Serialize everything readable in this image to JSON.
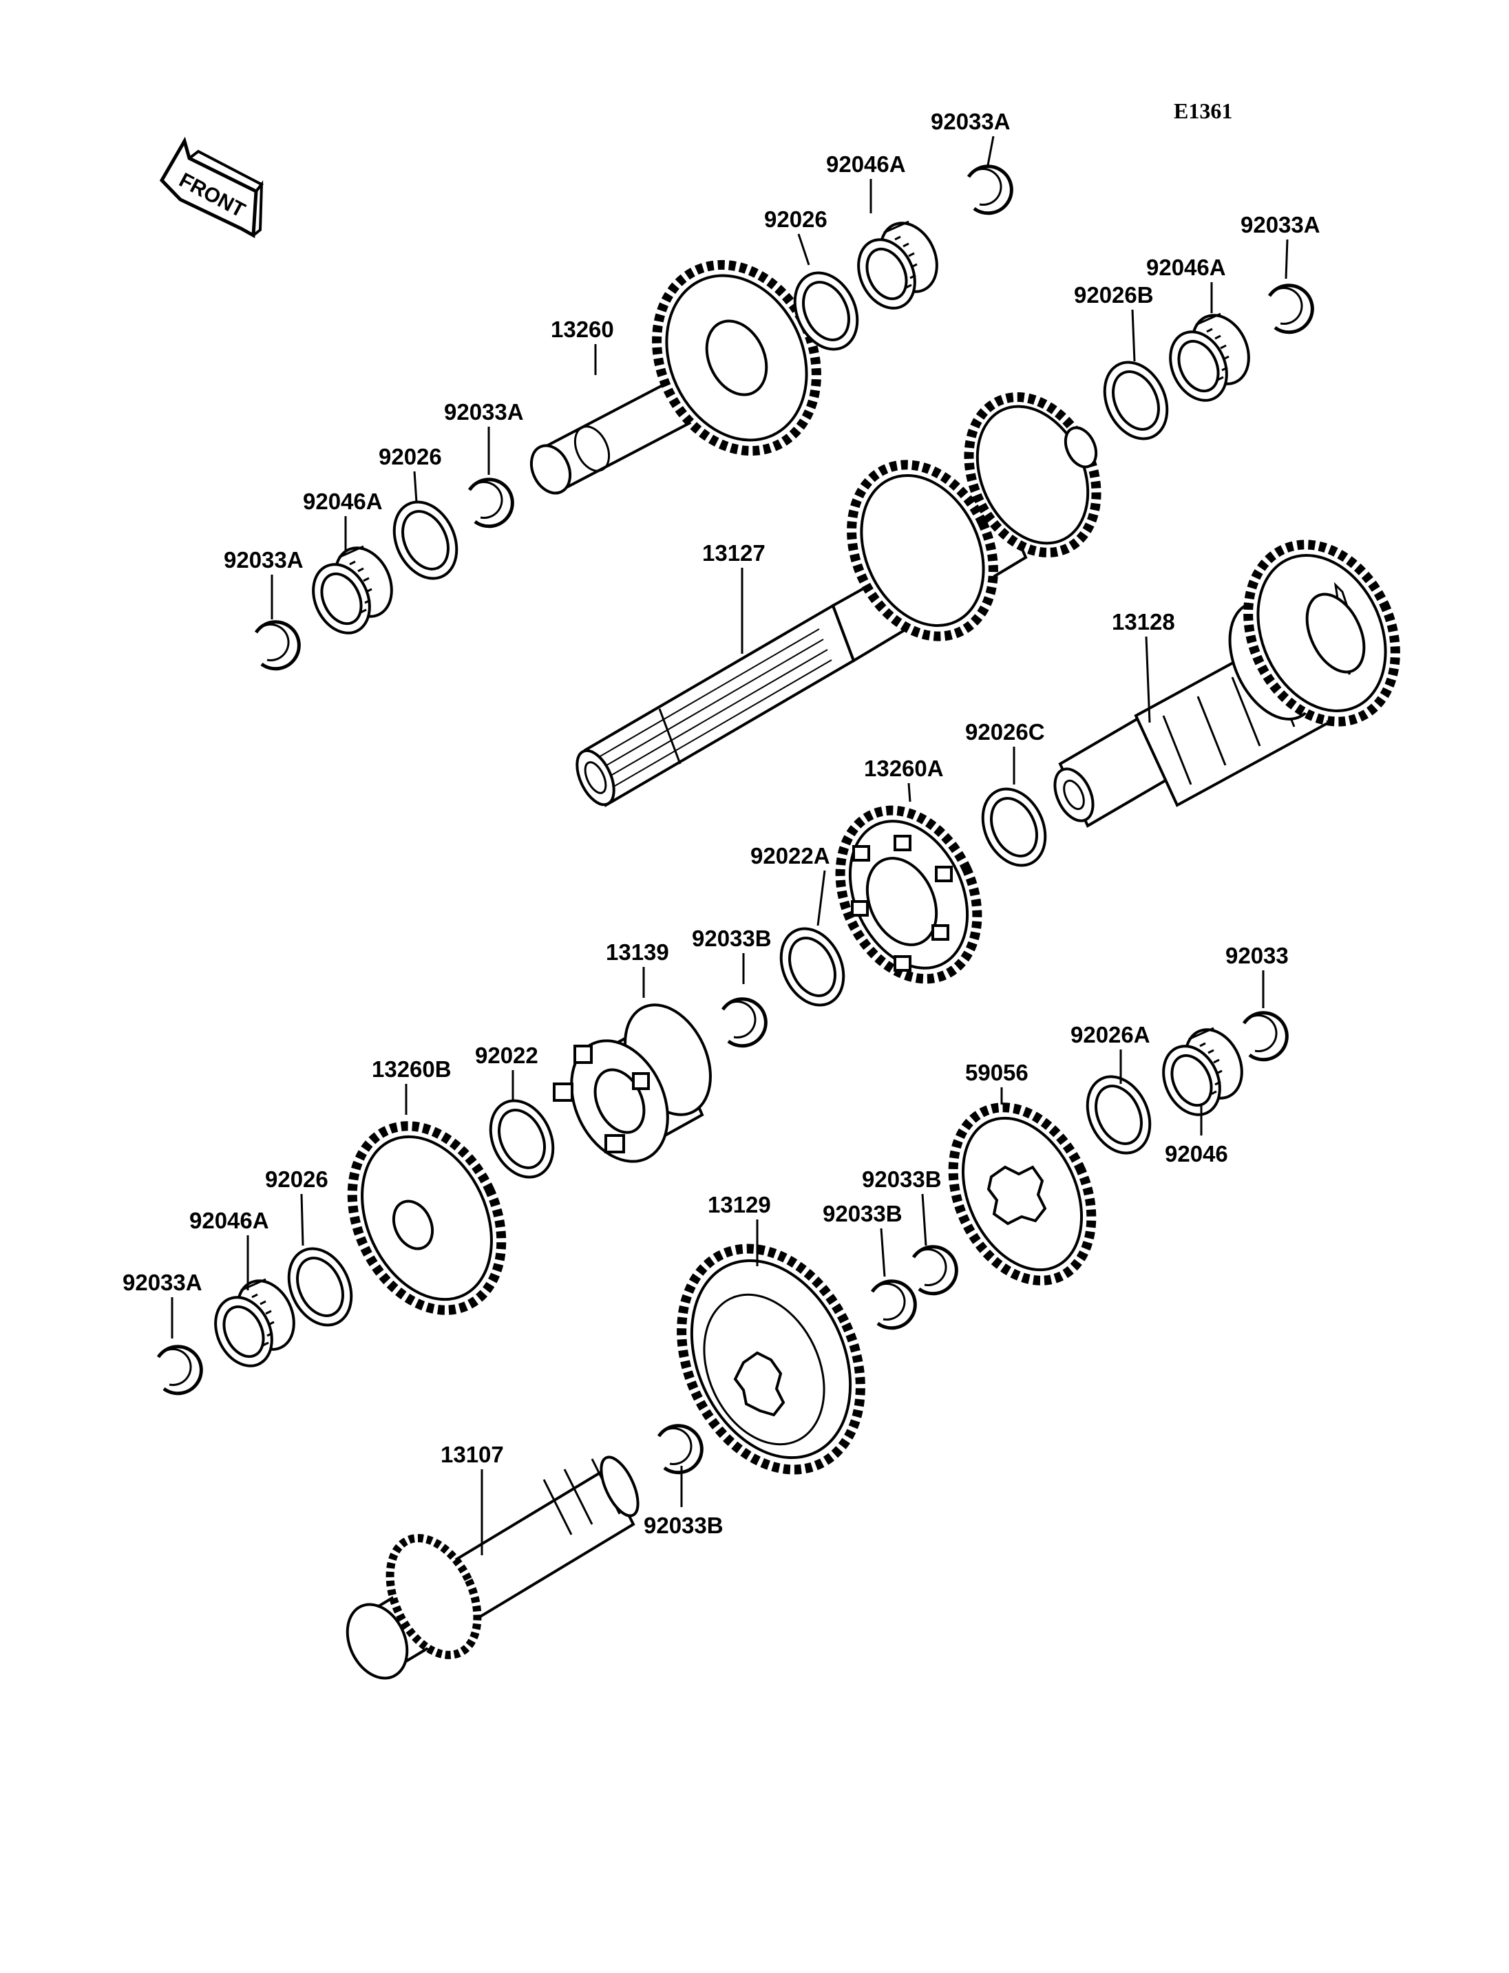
{
  "diagram": {
    "code": "E1361",
    "front_label": "FRONT",
    "parts": [
      {
        "id": "p01",
        "label": "92033A"
      },
      {
        "id": "p02",
        "label": "92046A"
      },
      {
        "id": "p03",
        "label": "92026"
      },
      {
        "id": "p04",
        "label": "13260"
      },
      {
        "id": "p05",
        "label": "92033A"
      },
      {
        "id": "p06",
        "label": "92026"
      },
      {
        "id": "p07",
        "label": "92046A"
      },
      {
        "id": "p08",
        "label": "92033A"
      },
      {
        "id": "p09",
        "label": "92033A"
      },
      {
        "id": "p10",
        "label": "92046A"
      },
      {
        "id": "p11",
        "label": "92026B"
      },
      {
        "id": "p12",
        "label": "13127"
      },
      {
        "id": "p13",
        "label": "13128"
      },
      {
        "id": "p14",
        "label": "92026C"
      },
      {
        "id": "p15",
        "label": "13260A"
      },
      {
        "id": "p16",
        "label": "92022A"
      },
      {
        "id": "p17",
        "label": "92033B"
      },
      {
        "id": "p18",
        "label": "13139"
      },
      {
        "id": "p19",
        "label": "92033"
      },
      {
        "id": "p20",
        "label": "92022"
      },
      {
        "id": "p21",
        "label": "92026A"
      },
      {
        "id": "p22",
        "label": "13260B"
      },
      {
        "id": "p23",
        "label": "59056"
      },
      {
        "id": "p24",
        "label": "92046"
      },
      {
        "id": "p25",
        "label": "92026"
      },
      {
        "id": "p26",
        "label": "92033B"
      },
      {
        "id": "p27",
        "label": "13129"
      },
      {
        "id": "p28",
        "label": "92033B"
      },
      {
        "id": "p29",
        "label": "92046A"
      },
      {
        "id": "p30",
        "label": "92033A"
      },
      {
        "id": "p31",
        "label": "13107"
      },
      {
        "id": "p32",
        "label": "92033B"
      }
    ]
  }
}
